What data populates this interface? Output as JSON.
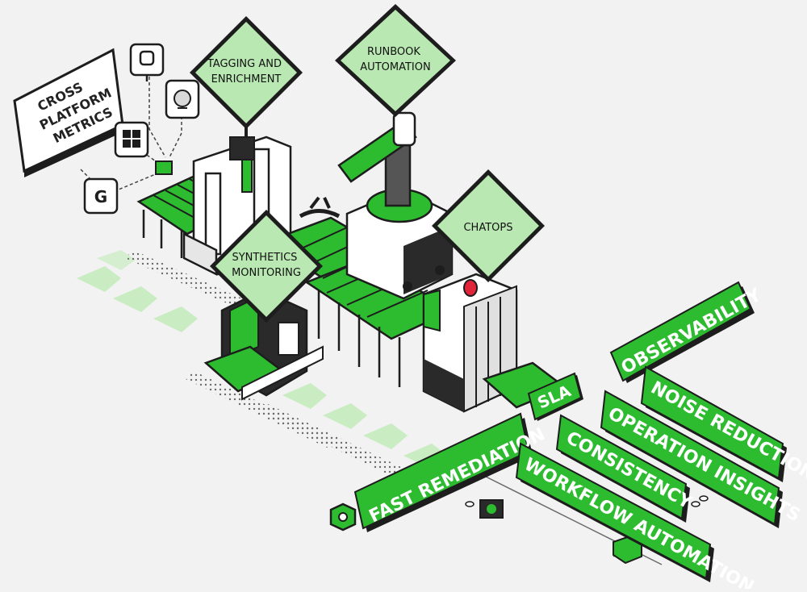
{
  "signs": {
    "tagging": [
      "TAGGING AND",
      "ENRICHMENT"
    ],
    "runbook": [
      "RUNBOOK",
      "AUTOMATION"
    ],
    "chatops": [
      "CHATOPS"
    ],
    "synthetics": [
      "SYNTHETICS",
      "MONITORING"
    ]
  },
  "cross_platform": [
    "CROSS",
    "PLATFORM",
    "METRICS"
  ],
  "boards": {
    "sla": "SLA",
    "observability": "OBSERVABILITY",
    "noise_reduction": "NOISE REDUCTION",
    "operation_insights": "OPERATION INSIGHTS",
    "consistency": "CONSISTENCY",
    "fast_remediation": "FAST REMEDIATION",
    "workflow_automation": "WORKFLOW AUTOMATION"
  },
  "colors": {
    "green": "#2dbb2f",
    "light_green": "#b9e8b2",
    "dark": "#1d1d1d",
    "chevron": "#c9ecc2",
    "background": "#f2f2f2"
  },
  "icons": [
    "slack-icon",
    "jenkins-icon",
    "windows-icon",
    "google-icon",
    "chip-icon"
  ]
}
